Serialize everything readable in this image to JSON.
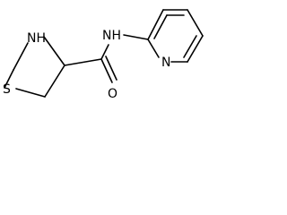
{
  "molecule": {
    "atom_labels": {
      "ring_nh": "NH",
      "ring_s": "S",
      "amide_nh": "NH",
      "amide_o": "O",
      "pyridine_n": "N"
    }
  }
}
